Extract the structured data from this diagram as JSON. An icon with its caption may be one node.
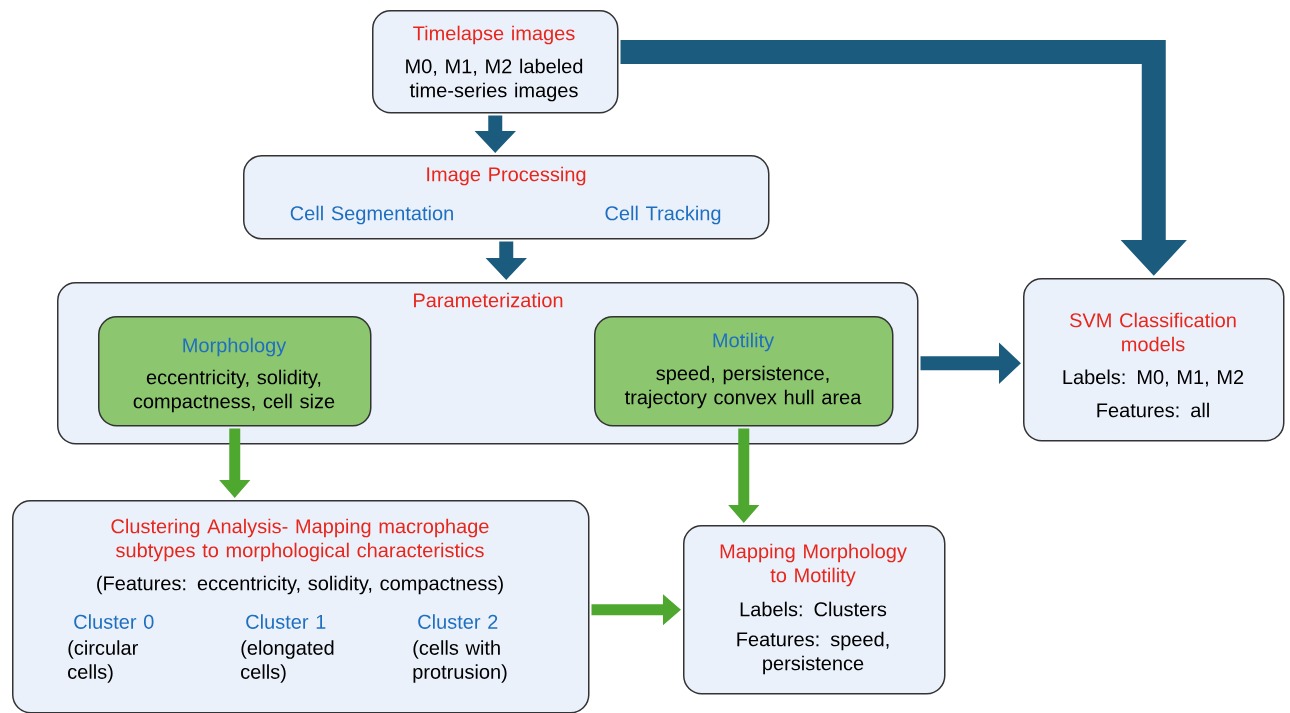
{
  "diagram": {
    "nodes": [
      {
        "text": [
          "Timelapse images",
          "M0, M1, M2 labeled time-series images"
        ]
      },
      {
        "text": [
          "Image Processing",
          "Cell Segmentation",
          "Cell Tracking"
        ]
      },
      {
        "text": [
          "Parameterization"
        ]
      },
      {
        "text": [
          "Morphology",
          "eccentricity, solidity, compactness, cell size"
        ],
        "in": 2
      },
      {
        "text": [
          "Motility",
          "speed, persistence, trajectory convex hull area"
        ],
        "in": 2
      },
      {
        "text": [
          "SVM Classification models",
          "Labels: M0, M1, M2",
          "Features: all"
        ]
      },
      {
        "text": [
          "Clustering Analysis- Mapping macrophage subtypes to morphological characteristics",
          "(Features: eccentricity, solidity, compactness)",
          "Cluster 0",
          "(circular cells)",
          "Cluster 1",
          "(elongated cells)",
          "Cluster 2",
          "(cells with protrusion)"
        ]
      },
      {
        "text": [
          "Mapping Morphology to Motility",
          "Labels: Clusters",
          "Features: speed, persistence"
        ]
      }
    ],
    "edges": [
      {
        "from": 0,
        "to": 1,
        "arrow": "to"
      },
      {
        "from": 1,
        "to": 2,
        "arrow": "to"
      },
      {
        "from": 0,
        "to": 5,
        "arrow": "to"
      },
      {
        "from": 2,
        "to": 5,
        "arrow": "to"
      },
      {
        "from": 3,
        "to": 6,
        "arrow": "to",
        "color": "#4ea72e"
      },
      {
        "from": 4,
        "to": 7,
        "arrow": "to",
        "color": "#4ea72e"
      },
      {
        "from": 6,
        "to": 7,
        "arrow": "to",
        "color": "#4ea72e"
      }
    ]
  }
}
